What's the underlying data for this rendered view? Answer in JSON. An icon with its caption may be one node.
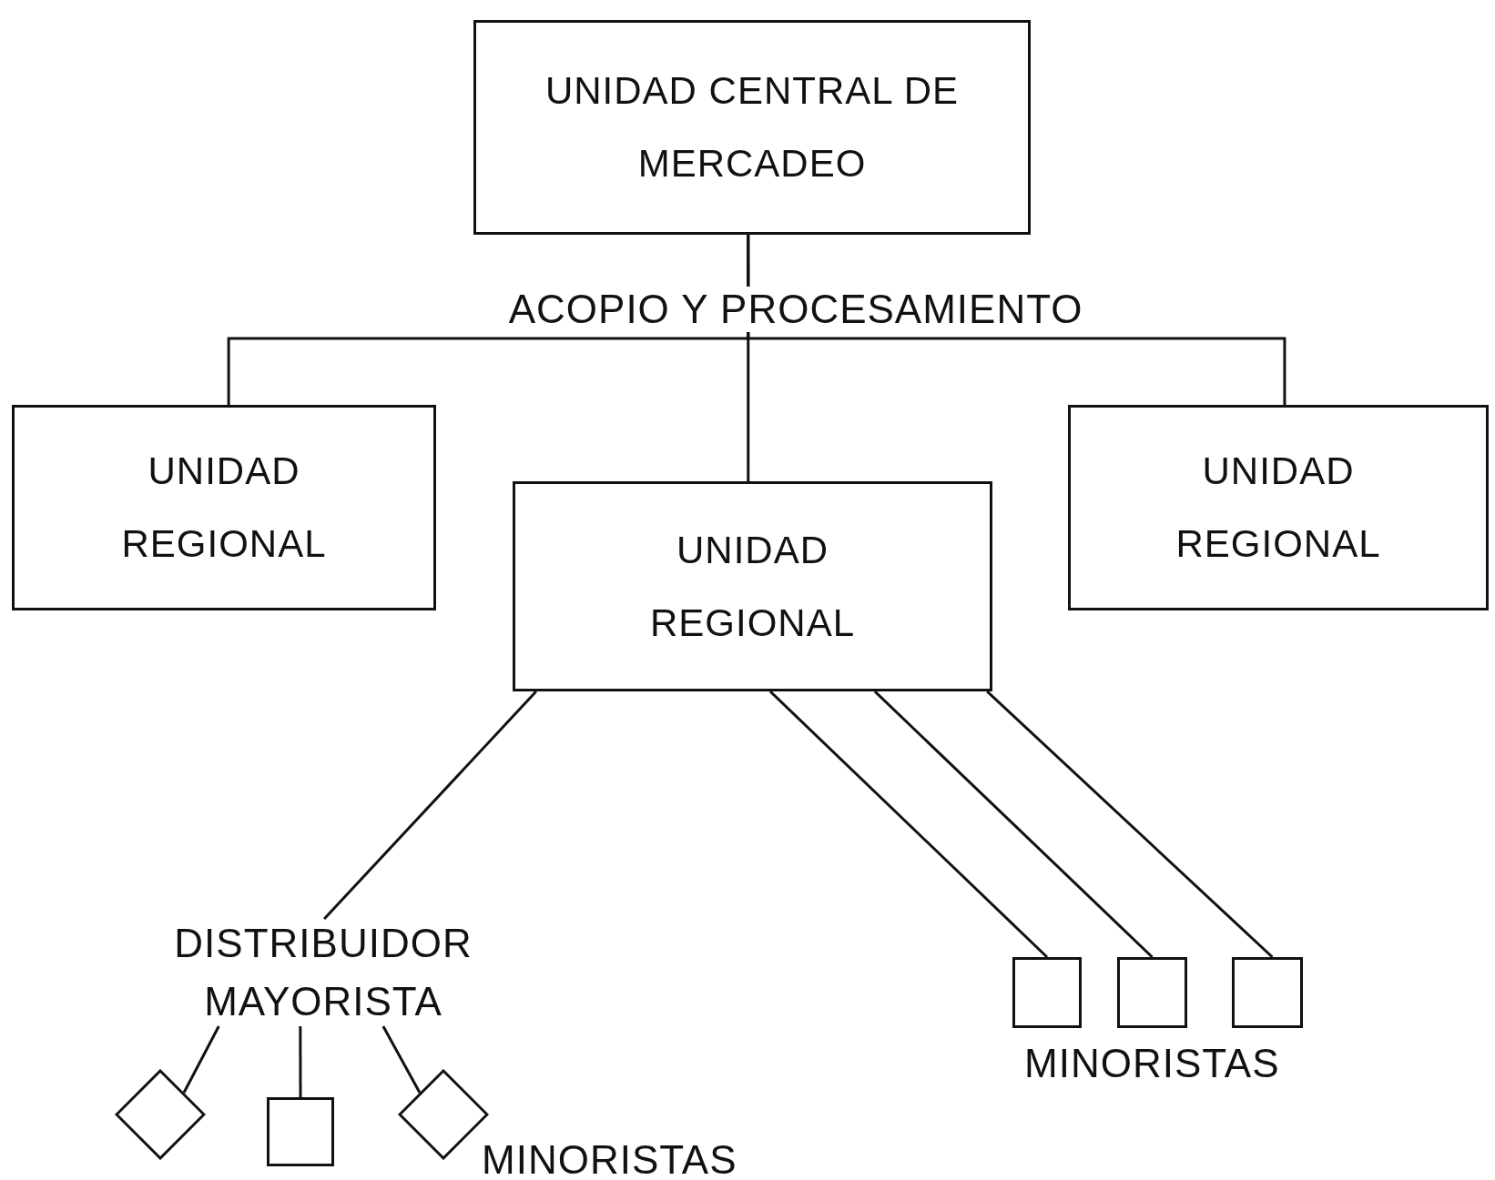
{
  "diagram": {
    "nodes": [
      {
        "text": [
          "UNIDAD CENTRAL DE MERCADEO"
        ]
      },
      {
        "text": [
          "UNIDAD REGIONAL"
        ]
      },
      {
        "text": [
          "UNIDAD REGIONAL"
        ]
      },
      {
        "text": [
          "UNIDAD REGIONAL"
        ]
      },
      {
        "text": [
          "DISTRIBUIDOR MAYORISTA"
        ]
      },
      {
        "text": [],
        "shape": "diamond"
      },
      {
        "text": [],
        "shape": "box"
      },
      {
        "text": [],
        "shape": "diamond"
      },
      {
        "text": [],
        "shape": "box"
      },
      {
        "text": [],
        "shape": "box"
      },
      {
        "text": [],
        "shape": "box"
      }
    ],
    "edges": [
      {
        "from": 0,
        "to": 1,
        "arrow": "none"
      },
      {
        "from": 0,
        "to": 2,
        "arrow": "none",
        "label": "ACOPIO Y PROCESAMIENTO"
      },
      {
        "from": 0,
        "to": 3,
        "arrow": "none"
      },
      {
        "from": 2,
        "to": 4,
        "arrow": "none"
      },
      {
        "from": 2,
        "to": 8,
        "arrow": "none"
      },
      {
        "from": 2,
        "to": 9,
        "arrow": "none"
      },
      {
        "from": 2,
        "to": 10,
        "arrow": "none"
      },
      {
        "from": 4,
        "to": 5,
        "arrow": "none"
      },
      {
        "from": 4,
        "to": 6,
        "arrow": "none"
      },
      {
        "from": 4,
        "to": 7,
        "arrow": "none"
      }
    ],
    "labels": [
      "MINORISTAS",
      "MINORISTAS"
    ]
  }
}
